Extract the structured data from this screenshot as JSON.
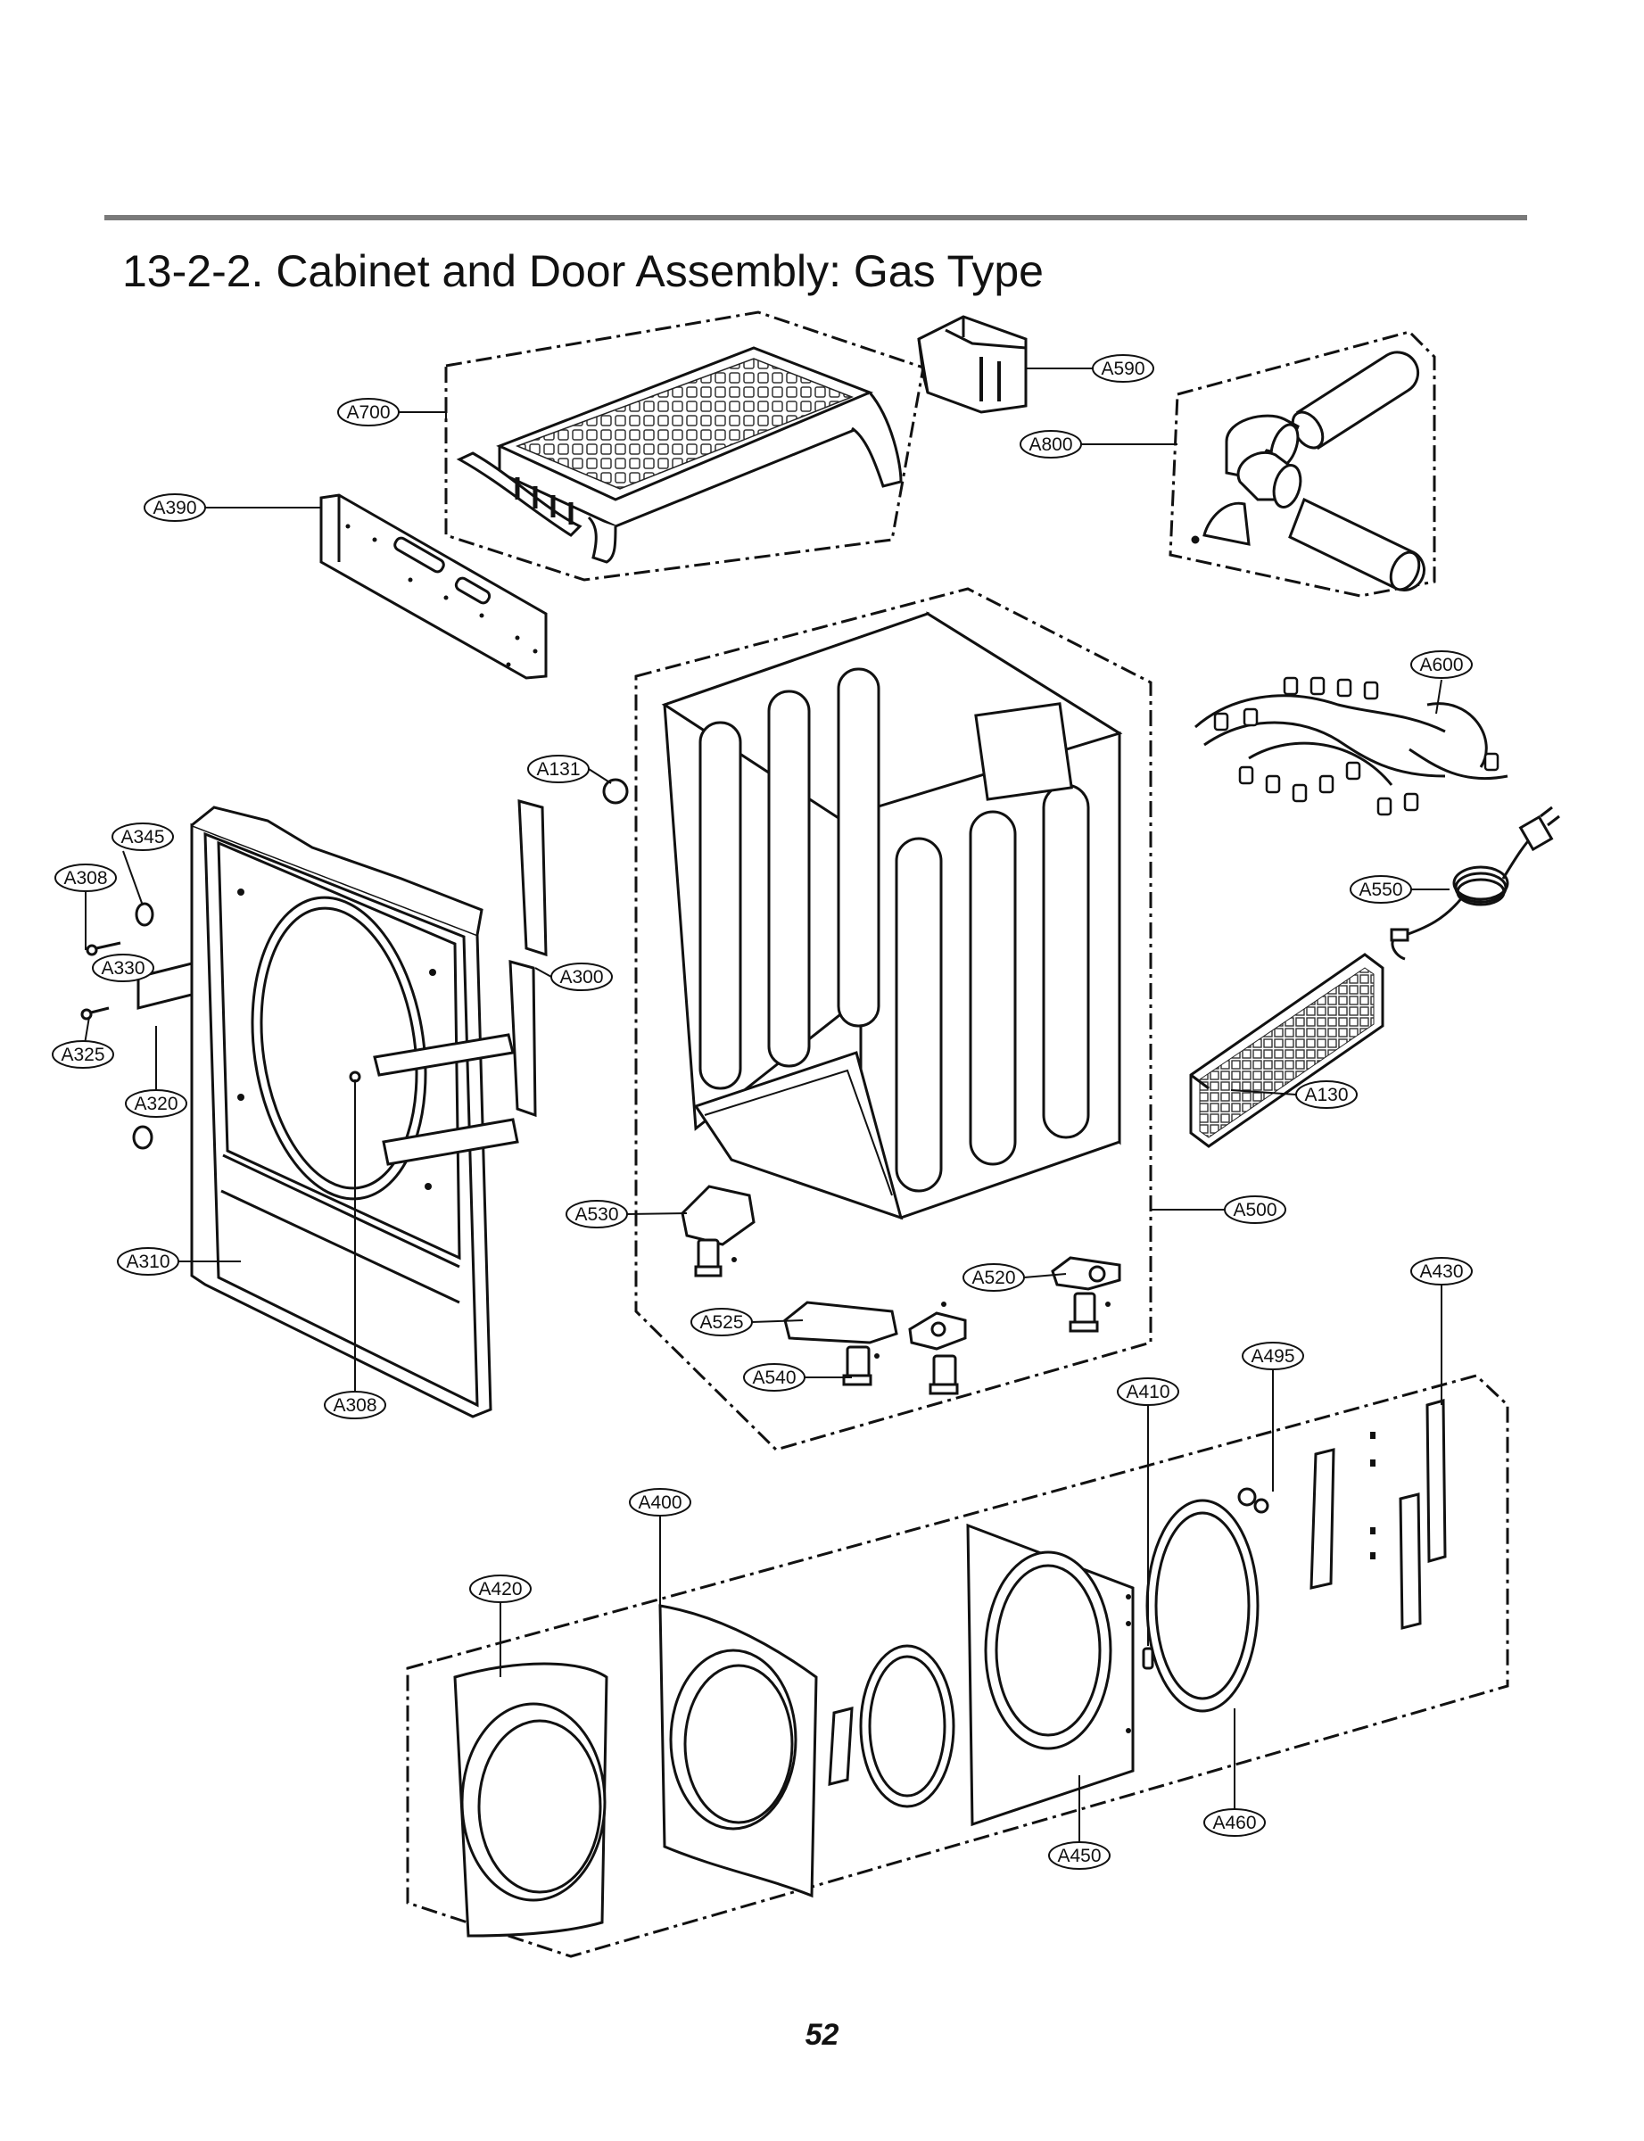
{
  "page": {
    "title": "13-2-2. Cabinet and Door Assembly: Gas Type",
    "page_number": "52"
  },
  "callouts": {
    "a700": "A700",
    "a590": "A590",
    "a800": "A800",
    "a390": "A390",
    "a600": "A600",
    "a131": "A131",
    "a345": "A345",
    "a308_top": "A308",
    "a330": "A330",
    "a300": "A300",
    "a550": "A550",
    "a325": "A325",
    "a320": "A320",
    "a130": "A130",
    "a530": "A530",
    "a500": "A500",
    "a310": "A310",
    "a520": "A520",
    "a430": "A430",
    "a525": "A525",
    "a495": "A495",
    "a540": "A540",
    "a410": "A410",
    "a308_bottom": "A308",
    "a400": "A400",
    "a420": "A420",
    "a460": "A460",
    "a450": "A450"
  }
}
